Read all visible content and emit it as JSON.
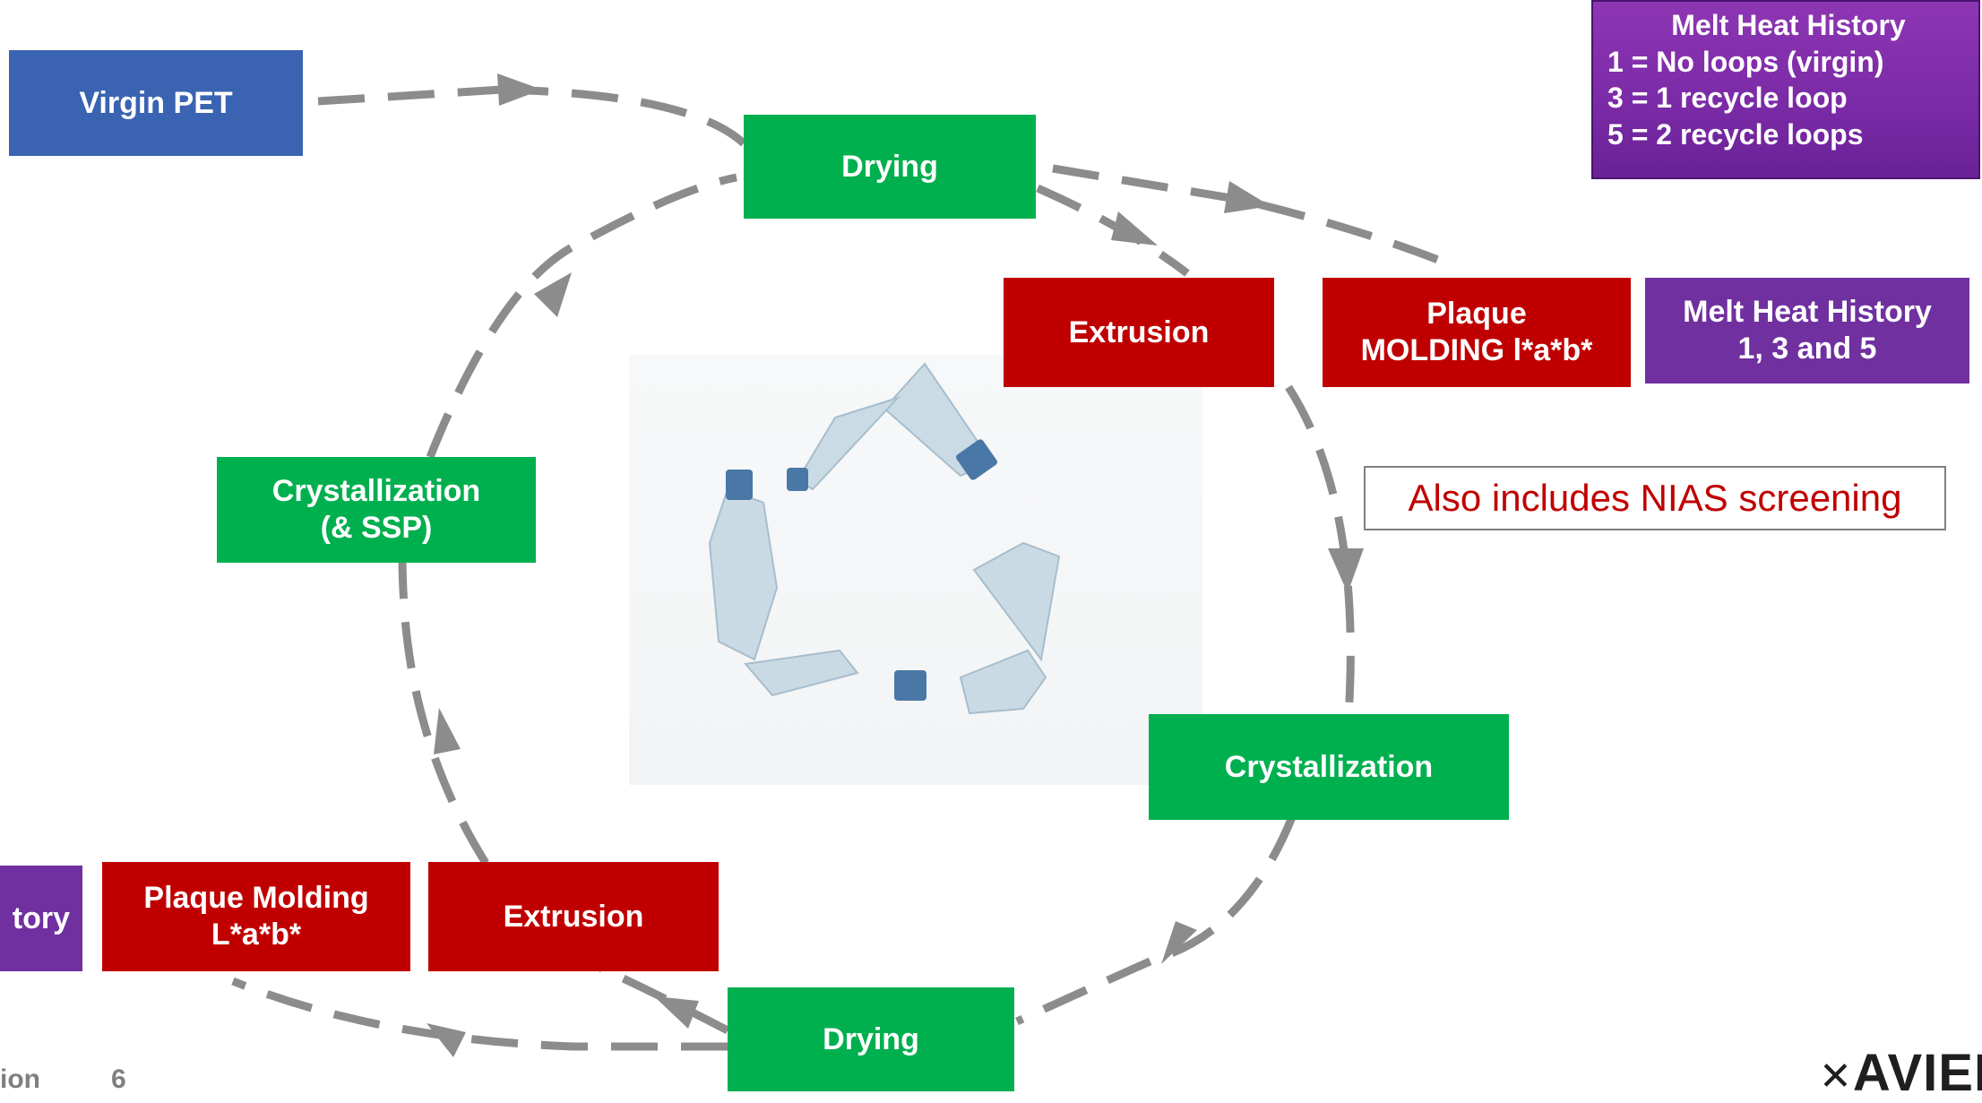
{
  "boxes": {
    "virgin_pet": "Virgin PET",
    "drying_top": "Drying",
    "extrusion_top": "Extrusion",
    "plaque_top": "Plaque\nMOLDING l*a*b*",
    "melt_history_right": "Melt Heat History\n1, 3 and 5",
    "crystallization_left": "Crystallization\n(& SSP)",
    "crystallization_right": "Crystallization",
    "drying_bottom": "Drying",
    "extrusion_bottom": "Extrusion",
    "plaque_bottom": "Plaque Molding\nL*a*b*",
    "melt_history_left_partial": "tory"
  },
  "legend": {
    "title": "Melt Heat History",
    "line1": "1 = No loops (virgin)",
    "line2": "3 = 1 recycle loop",
    "line3": "5 = 2 recycle loops"
  },
  "note": "Also includes NIAS screening",
  "footer": {
    "left_text": "ion",
    "page_number": "6",
    "logo": "AVIENT"
  },
  "colors": {
    "blue": "#3a63b1",
    "green": "#00b04f",
    "red": "#c00000",
    "purple": "#7030a0",
    "arrow": "#8c8c8c"
  }
}
